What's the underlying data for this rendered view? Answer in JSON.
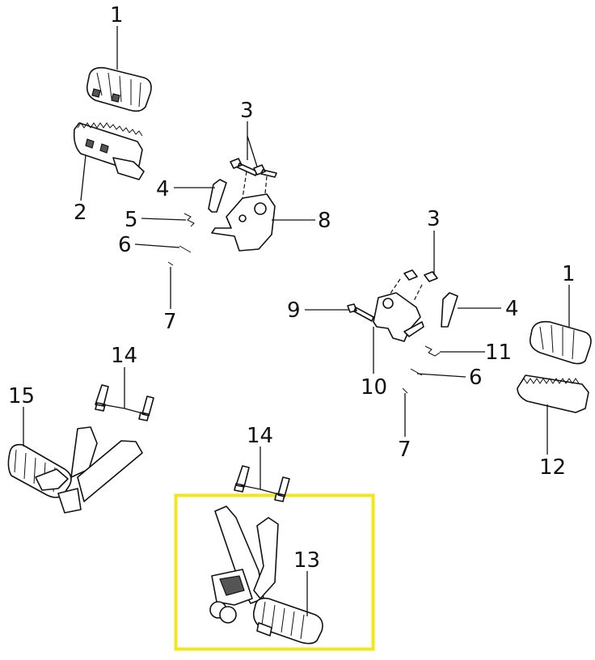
{
  "diagram": {
    "highlight_color": "#f5e61a",
    "callouts": [
      {
        "id": "c1a",
        "text": "1"
      },
      {
        "id": "c2",
        "text": "2"
      },
      {
        "id": "c3a",
        "text": "3"
      },
      {
        "id": "c4a",
        "text": "4"
      },
      {
        "id": "c5",
        "text": "5"
      },
      {
        "id": "c6a",
        "text": "6"
      },
      {
        "id": "c7a",
        "text": "7"
      },
      {
        "id": "c8",
        "text": "8"
      },
      {
        "id": "c3b",
        "text": "3"
      },
      {
        "id": "c9",
        "text": "9"
      },
      {
        "id": "c4b",
        "text": "4"
      },
      {
        "id": "c11",
        "text": "11"
      },
      {
        "id": "c10",
        "text": "10"
      },
      {
        "id": "c6b",
        "text": "6"
      },
      {
        "id": "c7b",
        "text": "7"
      },
      {
        "id": "c1b",
        "text": "1"
      },
      {
        "id": "c12",
        "text": "12"
      },
      {
        "id": "c14a",
        "text": "14"
      },
      {
        "id": "c15",
        "text": "15"
      },
      {
        "id": "c14b",
        "text": "14"
      },
      {
        "id": "c13",
        "text": "13"
      }
    ]
  }
}
